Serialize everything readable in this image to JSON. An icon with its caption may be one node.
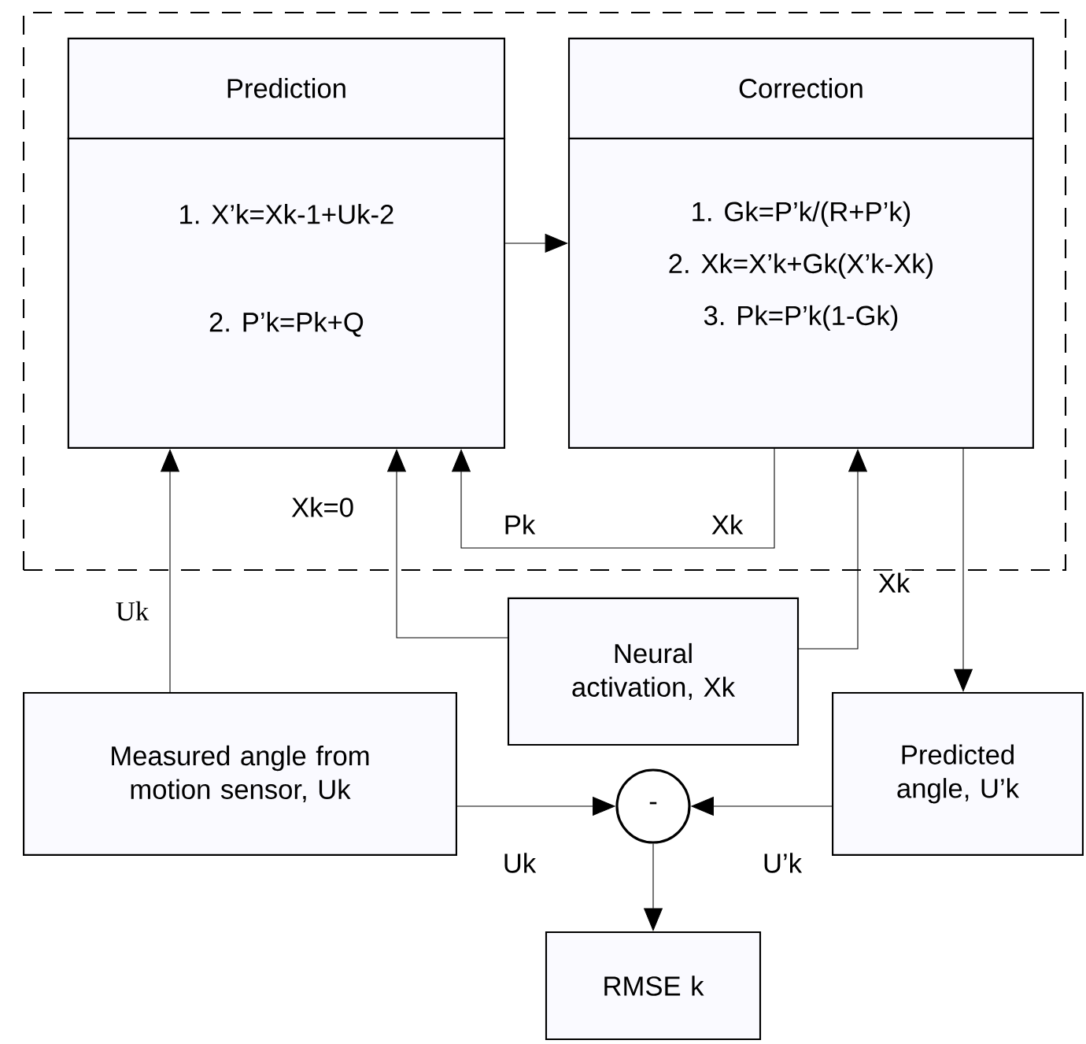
{
  "diagram": {
    "nodes": [
      {
        "text": [],
        "shape": "box"
      },
      {
        "text": [
          "Prediction",
          "1. X’k=Xk-1+Uk-2",
          "2. P’k=Pk+Q"
        ],
        "in": 0
      },
      {
        "text": [
          "Correction",
          "1. Gk=P’k/(R+P’k)",
          "2. Xk=X’k+Gk(X’k-Xk)",
          "3. Pk=P’k(1-Gk)"
        ],
        "in": 0
      },
      {
        "text": [
          "Measured angle from motion sensor, Uk"
        ]
      },
      {
        "text": [
          "Neural activation, Xk"
        ]
      },
      {
        "text": [
          "Predicted angle, U’k"
        ]
      },
      {
        "text": [
          "-"
        ]
      },
      {
        "text": [
          "RMSE k"
        ]
      }
    ],
    "edges": [
      {
        "from": 1,
        "to": 2,
        "arrow": "to"
      },
      {
        "from": 3,
        "to": 1,
        "arrow": "to",
        "label": "Uk"
      },
      {
        "from": 4,
        "to": 1,
        "arrow": "to",
        "label": "Xk=0"
      },
      {
        "from": 2,
        "to": 1,
        "arrow": "to",
        "label": "Pk"
      },
      {
        "from": 4,
        "to": 2,
        "arrow": "to",
        "label": "Xk"
      },
      {
        "from": 2,
        "to": 5,
        "arrow": "to"
      },
      {
        "from": 3,
        "to": 6,
        "arrow": "to",
        "label": "Uk"
      },
      {
        "from": 5,
        "to": 6,
        "arrow": "to",
        "label": "U’k"
      },
      {
        "from": 6,
        "to": 7,
        "arrow": "to"
      }
    ],
    "labels": [
      "Xk"
    ]
  }
}
